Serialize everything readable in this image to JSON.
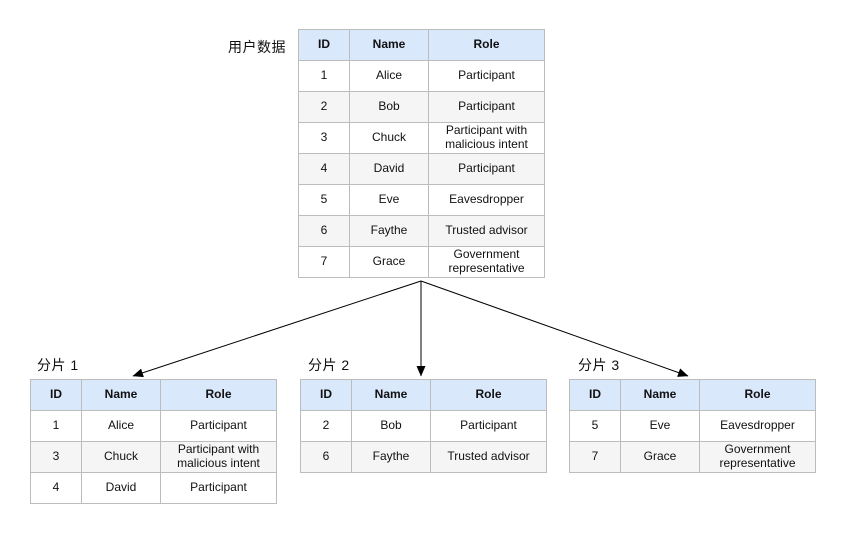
{
  "labels": {
    "main": "用户数据",
    "shard1": "分片 1",
    "shard2": "分片 2",
    "shard3": "分片 3"
  },
  "tables": {
    "main": {
      "columns": [
        "ID",
        "Name",
        "Role"
      ],
      "rows": [
        [
          "1",
          "Alice",
          "Participant"
        ],
        [
          "2",
          "Bob",
          "Participant"
        ],
        [
          "3",
          "Chuck",
          "Participant with malicious intent"
        ],
        [
          "4",
          "David",
          "Participant"
        ],
        [
          "5",
          "Eve",
          "Eavesdropper"
        ],
        [
          "6",
          "Faythe",
          "Trusted advisor"
        ],
        [
          "7",
          "Grace",
          "Government representative"
        ]
      ]
    },
    "shard1": {
      "columns": [
        "ID",
        "Name",
        "Role"
      ],
      "rows": [
        [
          "1",
          "Alice",
          "Participant"
        ],
        [
          "3",
          "Chuck",
          "Participant with malicious intent"
        ],
        [
          "4",
          "David",
          "Participant"
        ]
      ]
    },
    "shard2": {
      "columns": [
        "ID",
        "Name",
        "Role"
      ],
      "rows": [
        [
          "2",
          "Bob",
          "Participant"
        ],
        [
          "6",
          "Faythe",
          "Trusted advisor"
        ]
      ]
    },
    "shard3": {
      "columns": [
        "ID",
        "Name",
        "Role"
      ],
      "rows": [
        [
          "5",
          "Eve",
          "Eavesdropper"
        ],
        [
          "7",
          "Grace",
          "Government representative"
        ]
      ]
    }
  },
  "colors": {
    "header_fill": "#dae8fc",
    "row_alt_fill": "#f5f5f5",
    "border": "#bcbcbc",
    "arrow": "#000000"
  }
}
